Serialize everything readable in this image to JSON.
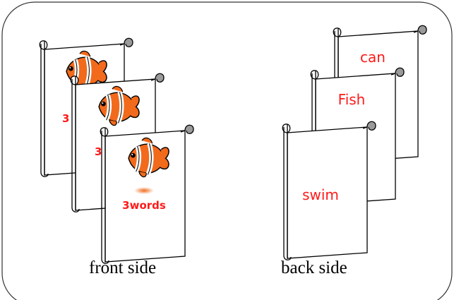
{
  "front": {
    "caption": "front side",
    "cards": [
      {
        "word": "3"
      },
      {
        "word": "3"
      },
      {
        "word": "3words"
      }
    ]
  },
  "back": {
    "caption": "back side",
    "cards": [
      {
        "word": "can"
      },
      {
        "word": "Fish"
      },
      {
        "word": "swim"
      }
    ]
  },
  "colors": {
    "word_red": "#ff1a1a",
    "fish_orange": "#f26a1b",
    "outline": "#000000"
  },
  "icons": [
    "scroll-card-icon",
    "clownfish-icon"
  ]
}
